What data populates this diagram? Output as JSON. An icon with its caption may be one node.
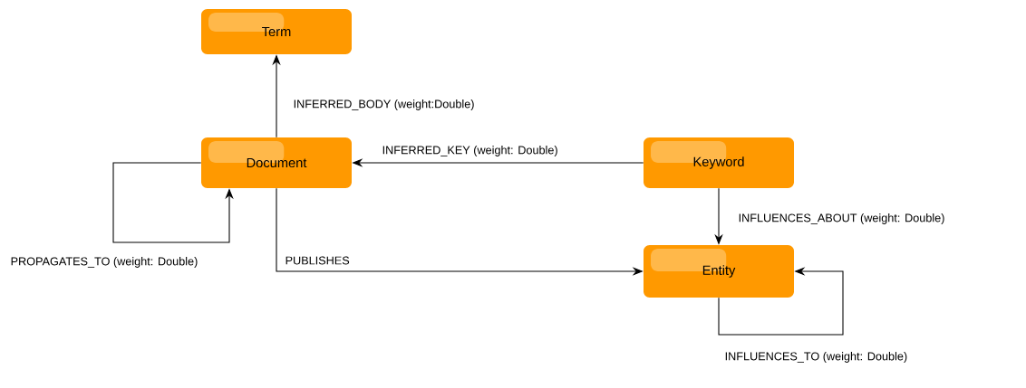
{
  "diagram": {
    "nodes": [
      {
        "text": [
          "Term"
        ]
      },
      {
        "text": [
          "Document"
        ]
      },
      {
        "text": [
          "Keyword"
        ]
      },
      {
        "text": [
          "Entity"
        ]
      }
    ],
    "edges": [
      {
        "from": 1,
        "to": 0,
        "arrow": "to",
        "label": "INFERRED_BODY (weight:Double)"
      },
      {
        "from": 2,
        "to": 1,
        "arrow": "to",
        "label": "INFERRED_KEY (weight: Double)"
      },
      {
        "from": 1,
        "to": 1,
        "arrow": "to",
        "label": "PROPAGATES_TO (weight: Double)"
      },
      {
        "from": 1,
        "to": 3,
        "arrow": "to",
        "label": "PUBLISHES"
      },
      {
        "from": 2,
        "to": 3,
        "arrow": "to",
        "label": "INFLUENCES_ABOUT (weight: Double)"
      },
      {
        "from": 3,
        "to": 3,
        "arrow": "to",
        "label": "INFLUENCES_TO (weight: Double)"
      }
    ]
  }
}
